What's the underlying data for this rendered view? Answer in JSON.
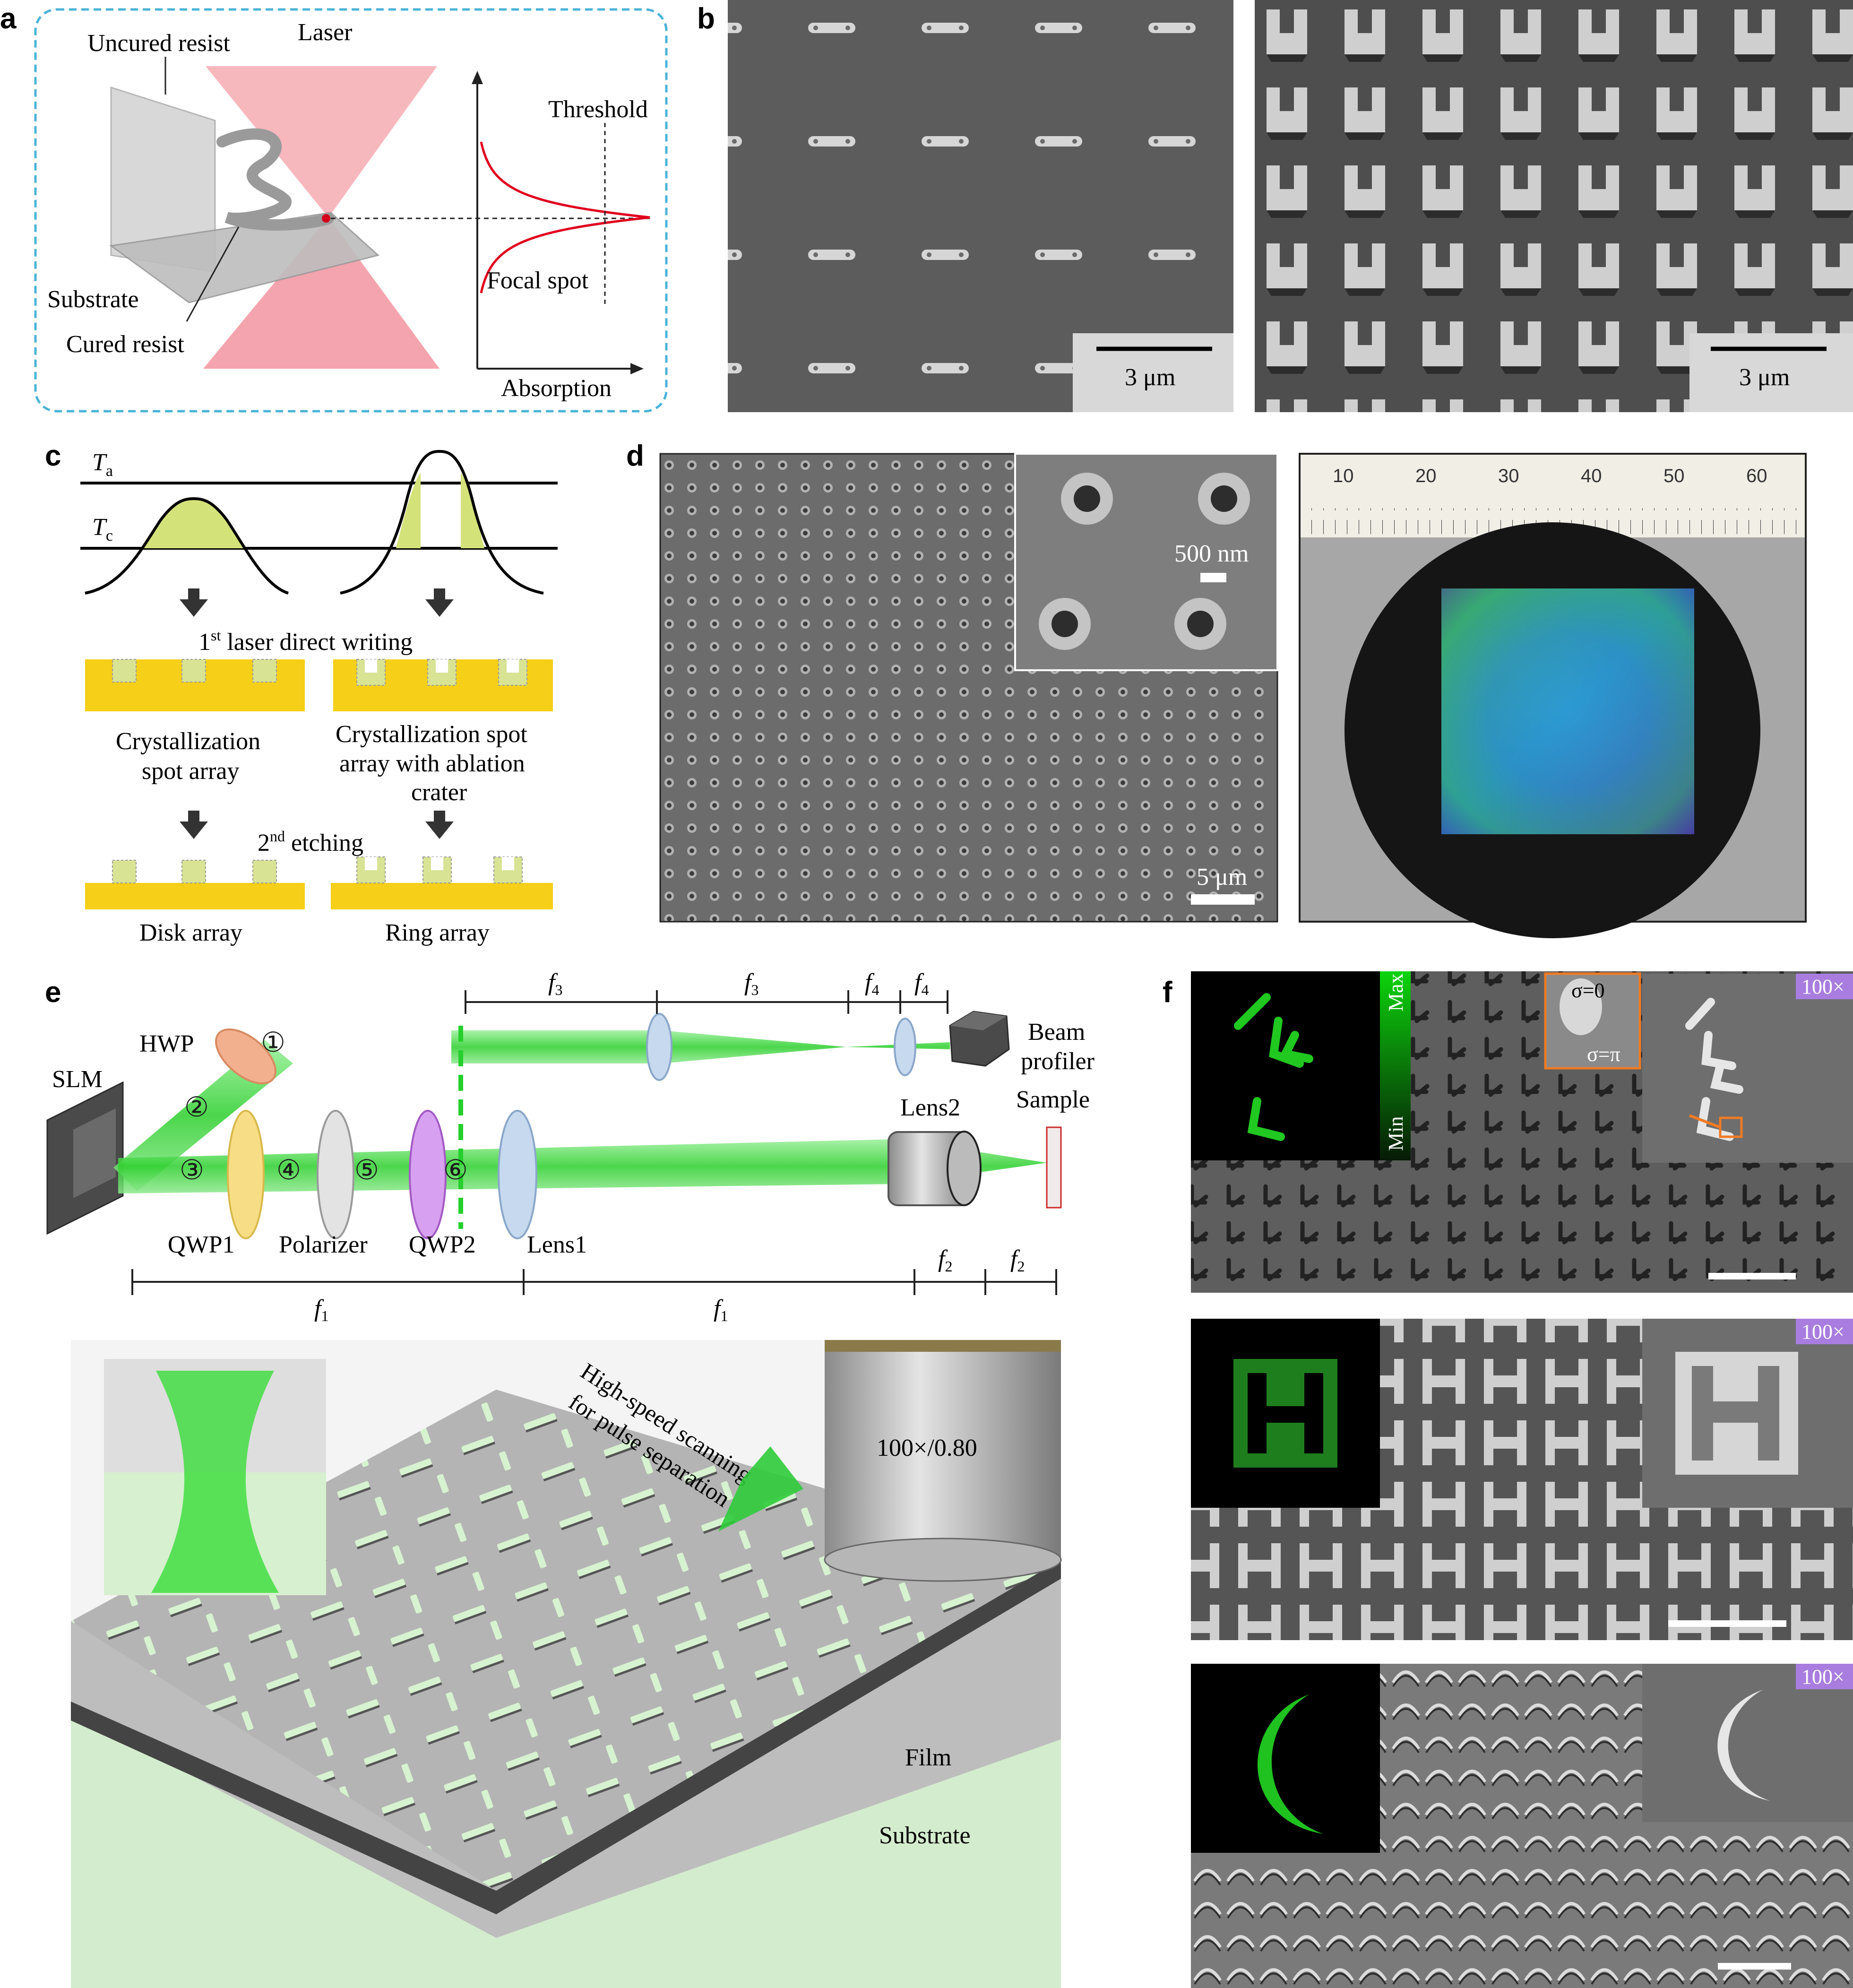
{
  "panels": {
    "a": {
      "letter": "a",
      "uncured": "Uncured resist",
      "laser": "Laser",
      "threshold": "Threshold",
      "substrate": "Substrate",
      "cured": "Cured resist",
      "focal": "Focal spot",
      "absorption": "Absorption"
    },
    "b": {
      "letter": "b",
      "scale_left": "3 μm",
      "scale_right": "3 μm"
    },
    "c": {
      "letter": "c",
      "ta": "T",
      "ta_sub": "a",
      "tc": "T",
      "tc_sub": "c",
      "first_pre": "1",
      "first_sup": "st",
      "first_post": " laser direct writing",
      "cryst1_l1": "Crystallization",
      "cryst1_l2": "spot array",
      "cryst2_l1": "Crystallization spot",
      "cryst2_l2": "array with ablation",
      "cryst2_l3": "crater",
      "second_pre": "2",
      "second_sup": "nd",
      "second_post": " etching",
      "disk": "Disk array",
      "ring": "Ring array"
    },
    "d": {
      "letter": "d",
      "scale_main": "5 μm",
      "scale_inset": "500 nm",
      "ruler": [
        "10",
        "20",
        "30",
        "40",
        "50",
        "60"
      ]
    },
    "e": {
      "letter": "e",
      "hwp": "HWP",
      "slm": "SLM",
      "qwp1": "QWP1",
      "polarizer": "Polarizer",
      "qwp2": "QWP2",
      "lens1": "Lens1",
      "lens2": "Lens2",
      "beam1": "Beam",
      "beam2": "profiler",
      "sample": "Sample",
      "f": "f",
      "s1": "1",
      "s2": "2",
      "s3": "3",
      "s4": "4",
      "circ": [
        "①",
        "②",
        "③",
        "④",
        "⑤",
        "⑥"
      ],
      "objective": "100×/0.80",
      "scan1": "High-speed scanning",
      "scan2": "for pulse separation",
      "film": "Film",
      "substrate": "Substrate"
    },
    "f": {
      "letter": "f",
      "max": "Max",
      "min": "Min",
      "sigma0": "σ=0",
      "sigmapi": "σ=π",
      "mag": "100×"
    }
  }
}
